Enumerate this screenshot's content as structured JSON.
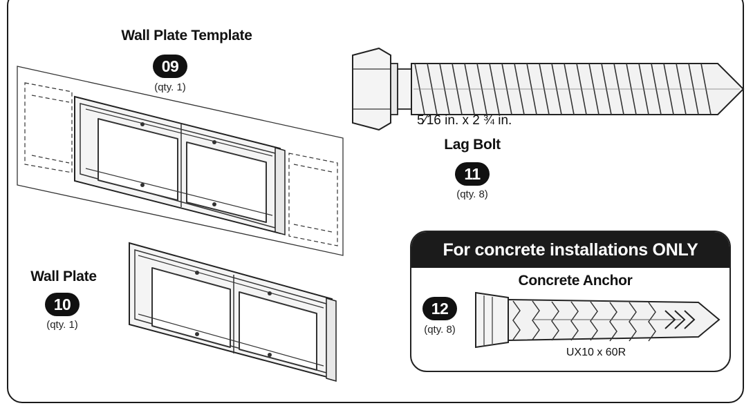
{
  "template": {
    "title": "Wall Plate Template",
    "number": "09",
    "qty": "(qty. 1)"
  },
  "wall_plate": {
    "title": "Wall Plate",
    "number": "10",
    "qty": "(qty. 1)"
  },
  "lag_bolt": {
    "size": "5⁄16 in. x 2 ¾ in.",
    "title": "Lag Bolt",
    "number": "11",
    "qty": "(qty. 8)"
  },
  "concrete": {
    "header": "For concrete installations ONLY",
    "title": "Concrete Anchor",
    "number": "12",
    "qty": "(qty. 8)",
    "model": "UX10 x 60R"
  },
  "colors": {
    "line": "#1a1a1a",
    "badge": "#111111",
    "plate_fill": "#f2f2f2"
  }
}
